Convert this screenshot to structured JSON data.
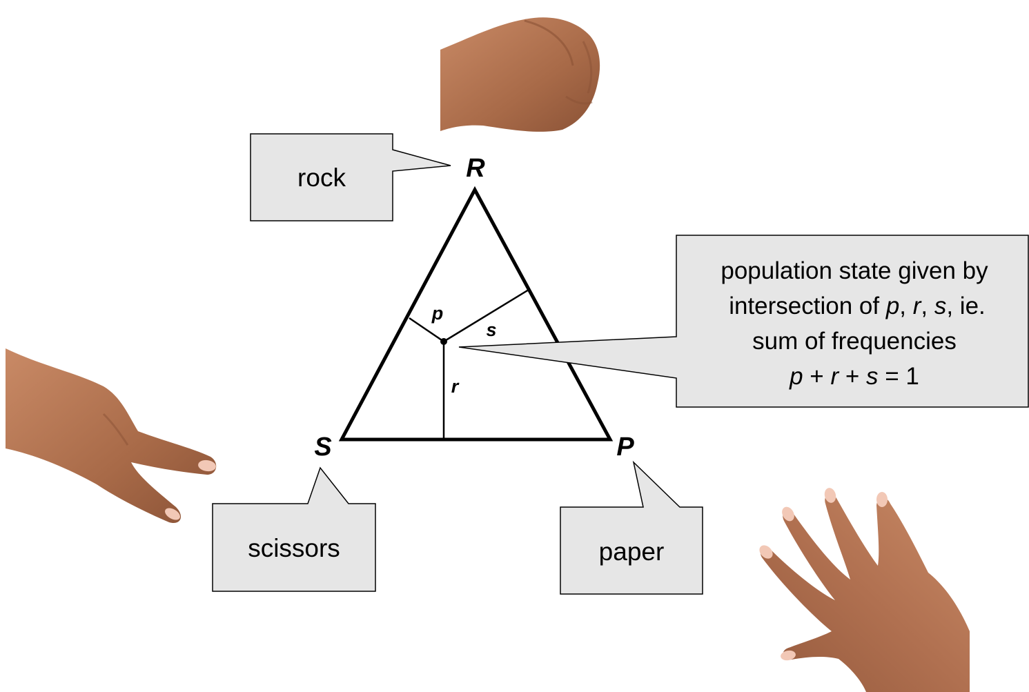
{
  "vertices": {
    "top": "R",
    "left": "S",
    "right": "P"
  },
  "segments": {
    "p": "p",
    "s": "s",
    "r": "r"
  },
  "callouts": {
    "rock": "rock",
    "scissors": "scissors",
    "paper": "paper"
  },
  "explanation": {
    "line1": "population state given by",
    "line2_pre": "intersection of ",
    "line2_p": "p",
    "line2_sep1": ", ",
    "line2_r": "r",
    "line2_sep2": ", ",
    "line2_s": "s",
    "line2_post": ", ie.",
    "line3": "sum of frequencies",
    "line4_p": "p",
    "line4_plus1": " + ",
    "line4_r": "r",
    "line4_plus2": " + ",
    "line4_s": "s",
    "line4_eq": " = 1"
  },
  "colors": {
    "callout_fill": "#e6e6e6",
    "stroke": "#000000",
    "skin": "#b07050",
    "skin_light": "#c98a66",
    "nail": "#f2c8b6"
  },
  "icons": [
    "fist-icon",
    "scissors-hand-icon",
    "open-hand-icon"
  ]
}
